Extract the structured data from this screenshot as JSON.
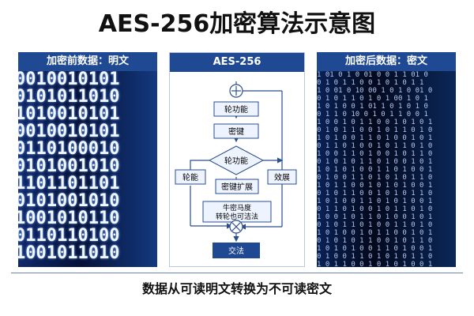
{
  "title": "AES-256加密算法示意图",
  "left_panel": {
    "header": "加密前数据：明文",
    "binary_lines": [
      "0010010101",
      "0101011010",
      "1010010101",
      "0010010101",
      "0110100010",
      "0101001010",
      "1101101101",
      "0101001010",
      "1001010110",
      "0110110100",
      "1001011010"
    ]
  },
  "middle_panel": {
    "header": "AES-256",
    "nodes": {
      "round_function": "轮功能",
      "key": "密键",
      "decision": "轮功能",
      "left_box": "轮能",
      "key_expand": "密键扩展",
      "right_box": "效展",
      "bottom_box_line1": "牛密马度",
      "bottom_box_line2": "转轮也可洁法",
      "output": "交法"
    }
  },
  "right_panel": {
    "header": "加密后数据：密文",
    "matrix_lines": [
      "1 01 0 1 0 01  0 0 1 1 01 0",
      "0  1 0 1 1 0 0 1  0 1 0 1 1",
      "1 0 01 0 10  00 1 0 1 0 01 0",
      "0 1 0 1 1 0 1 0 1 00  1 0 1",
      "1 0 1 0 0 1 01  1 0 1 0 1 0",
      "0 1 1 0 10 0 1 0 1 1 0 0 1",
      "1 0 0 1 0 1 1 0 0 1 0 1 0 1",
      "0 1 0 1 1 0 0 1 0 1 1 0 1 0",
      "1 0 1 0 0 1 1 0 1 0 0 1 0 1",
      "0 1 1 0 1 0 0 1 0 1 1 0 1 0",
      "1 0 0 1 1 0 1 0 0 1 0 1 1 0",
      "0 1 0 1 0 1 1 0 1 0 0 1 0 1",
      "1 0 1 0 1 0 0 1 1 0 1 0 0 1",
      "0 1 0 0 1 1 0 1 0 1 0 1 1 0",
      "1 0 1 1 0 0 1 0 1 0 1 0 0 1",
      "0 1 0 1 1 0 0 1 0 1 0 1 1 0",
      "1 0 1 0 0 1 1 0 1 0 1 0 0 1",
      "0 1 1 0 1 0 0 1 0 1 1 0 1 0",
      "1 0 0 1 0 1 1 0 1 0 0 1 0 1",
      "0 1 0 1 1 0 1 0 0 1 1 0 1 0",
      "1 0 1 0 0 1 0 1 1 0 0 1 0 1",
      "0 1 0 1 0 1 1 0 0 1 0 1 1 0",
      "1 0 1 0 1 0 0 1 1 0 1 0 0 1",
      "0 1 0 0 1 1 0 1 0 1 0 1 1 0",
      "1 0 1 1 0 0 1 0 1 0 1 0 0 1"
    ]
  },
  "footer": "数据从可读明文转换为不可读密文"
}
